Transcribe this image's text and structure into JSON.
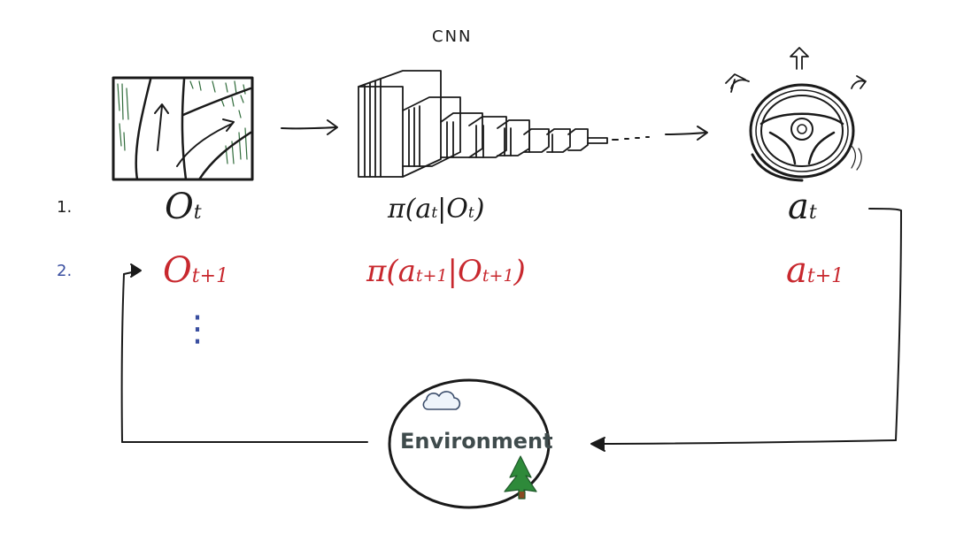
{
  "labels": {
    "cnn": "CNN",
    "step1": "1.",
    "step2": "2.",
    "obs_t": "O",
    "obs_t_sub": "t",
    "obs_t1": "O",
    "obs_t1_sub": "t+1",
    "policy_t": "π(a",
    "policy_t_sub_a": "t",
    "policy_t_mid": "|O",
    "policy_t_sub_o": "t",
    "policy_t_close": ")",
    "policy_t1": "π(a",
    "policy_t1_sub_a": "t+1",
    "policy_t1_mid": "|O",
    "policy_t1_sub_o": "t+1",
    "policy_t1_close": ")",
    "act_t": "a",
    "act_t_sub": "t",
    "act_t1": "a",
    "act_t1_sub": "t+1",
    "ellipsis": "⋮",
    "environment": "Environment"
  },
  "colors": {
    "ink": "#1a1a1a",
    "red": "#c8282e",
    "blue": "#3a4fa0",
    "grass": "#2f6b3a",
    "tree": "#2e8a3a",
    "env_text": "#3f4b4c"
  }
}
